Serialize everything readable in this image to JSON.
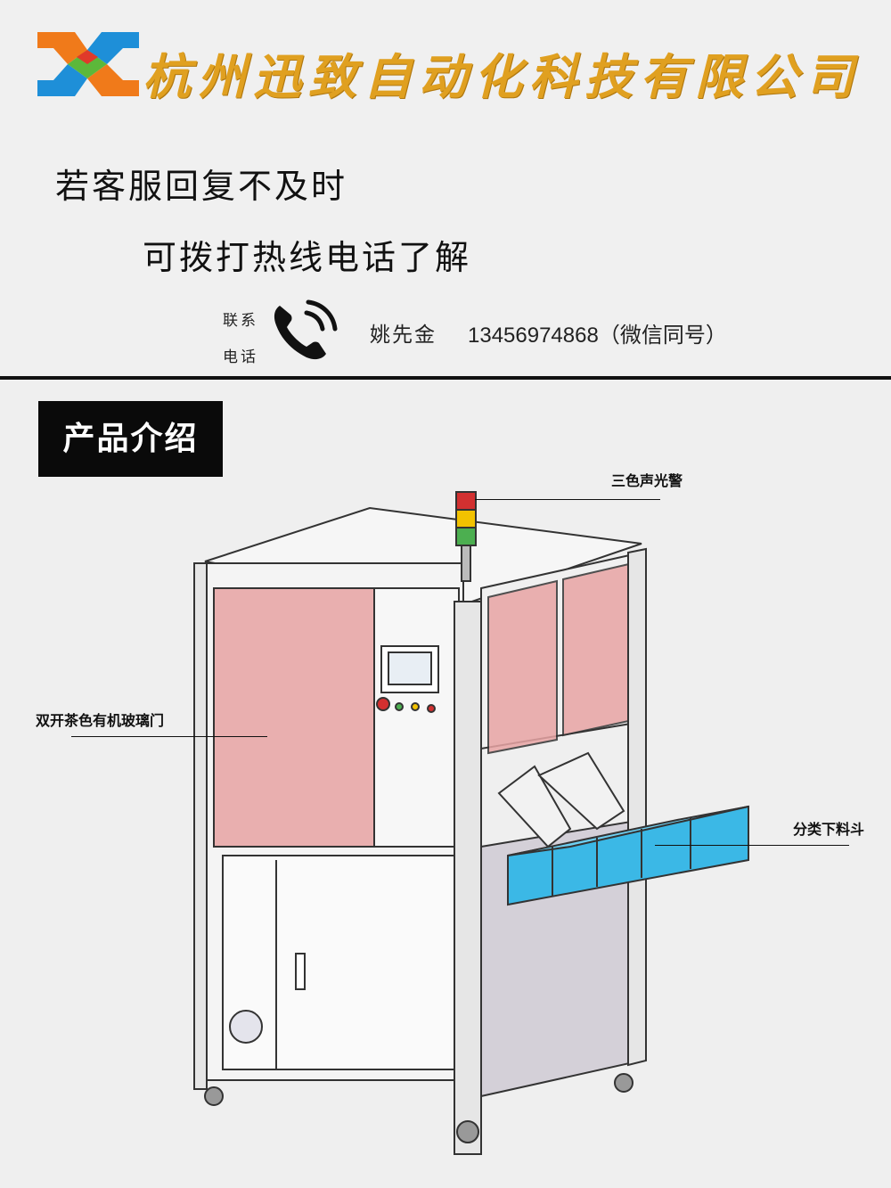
{
  "header": {
    "company_name": "杭州迅致自动化科技有限公司",
    "notice_line1": "若客服回复不及时",
    "notice_line2": "可拨打热线电话了解",
    "contact_label_top": "联系",
    "contact_label_bottom": "电话",
    "contact_name": "姚先金",
    "contact_number": "13456974868（微信同号）"
  },
  "section": {
    "title": "产品介绍"
  },
  "callouts": {
    "tower_light": "三色声光警",
    "glass_door": "双开茶色有机玻璃门",
    "sorting_hopper": "分类下料斗"
  },
  "colors": {
    "brand_gold": "#e0a020",
    "logo_orange": "#f07a1a",
    "logo_blue": "#1e8fd8",
    "logo_green": "#5cb83a",
    "logo_red": "#e03a2a",
    "glass_tint": "#e8a4a4",
    "bin_blue": "#3bb8e6"
  }
}
